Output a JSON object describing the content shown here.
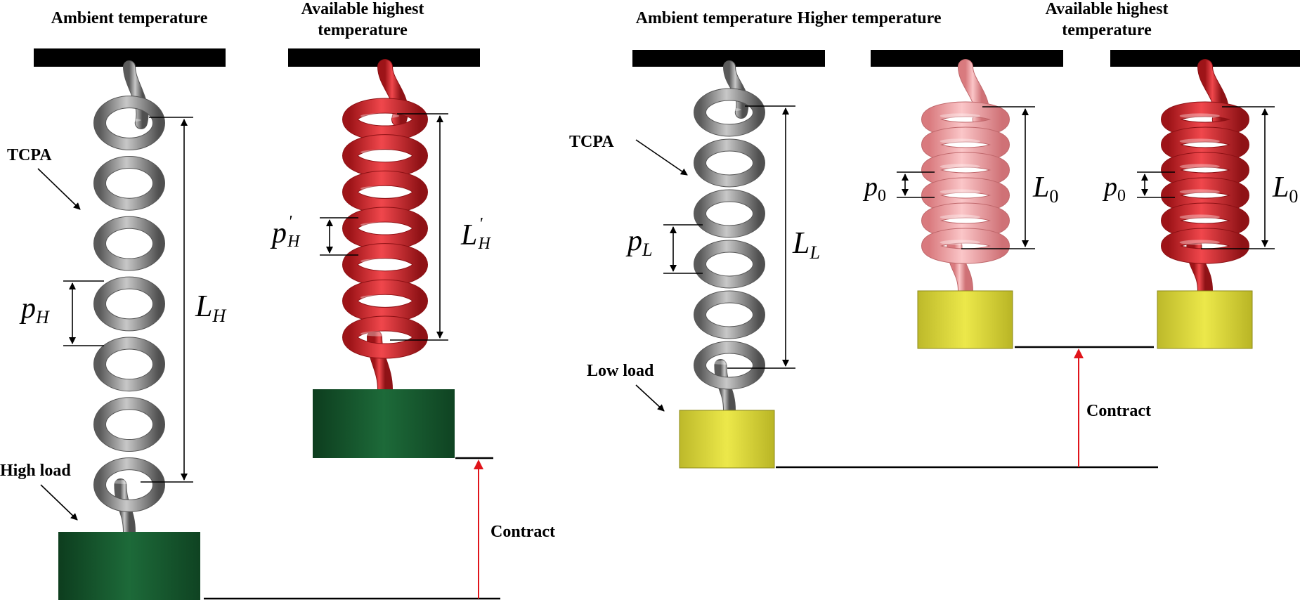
{
  "headers": {
    "p1": "Ambient temperature",
    "p2_line1": "Available highest",
    "p2_line2": "temperature",
    "p3": "Ambient temperature",
    "p4": "Higher temperature",
    "p5_line1": "Available highest",
    "p5_line2": "temperature"
  },
  "labels": {
    "tcpa_left": "TCPA",
    "tcpa_right": "TCPA",
    "high_load": "High load",
    "low_load": "Low load",
    "contract_left": "Contract",
    "contract_right": "Contract"
  },
  "symbols": {
    "pH_main": "p",
    "pH_sub": "H",
    "LH_main": "L",
    "LH_sub": "H",
    "pH2_main": "p",
    "pH2_sub": "H",
    "pH2_prime": "'",
    "LH2_main": "L",
    "LH2_sub": "H",
    "LH2_prime": "'",
    "pL_main": "p",
    "pL_sub": "L",
    "LL_main": "L",
    "LL_sub": "L",
    "p0a_main": "p",
    "p0a_sub": "0",
    "L0a_main": "L",
    "L0a_sub": "0",
    "p0b_main": "p",
    "p0b_sub": "0",
    "L0b_main": "L",
    "L0b_sub": "0"
  },
  "colors": {
    "gray_coil": "#8a8a8a",
    "red_coil": "#d8262c",
    "pink_coil": "#f4a3a6",
    "green_load": "#15592e",
    "yellow_load": "#dcd83a",
    "arrow_red": "#e0141a",
    "bar": "#000000"
  }
}
